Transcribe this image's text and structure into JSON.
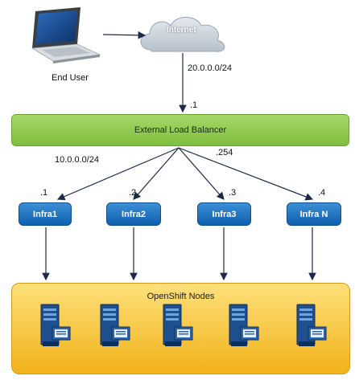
{
  "end_user": {
    "label": "End User"
  },
  "internet": {
    "label": "Internet"
  },
  "external_subnet": "20.0.0.0/24",
  "lb_ip": ".1",
  "load_balancer": {
    "label": "External Load Balancer"
  },
  "internal_subnet": "10.0.0.0/24",
  "lb_internal_ip": ".254",
  "infra": [
    {
      "ip": ".1",
      "label": "Infra1"
    },
    {
      "ip": ".2",
      "label": "Infra2"
    },
    {
      "ip": ".3",
      "label": "Infra3"
    },
    {
      "ip": ".4",
      "label": "Infra N"
    }
  ],
  "nodes": {
    "label": "OpenShift Nodes",
    "server_count": 5
  },
  "colors": {
    "lb": "#8cc851",
    "infra": "#1f6fbf",
    "nodes": "#f7c536",
    "cloud": "#c9d3dc"
  }
}
